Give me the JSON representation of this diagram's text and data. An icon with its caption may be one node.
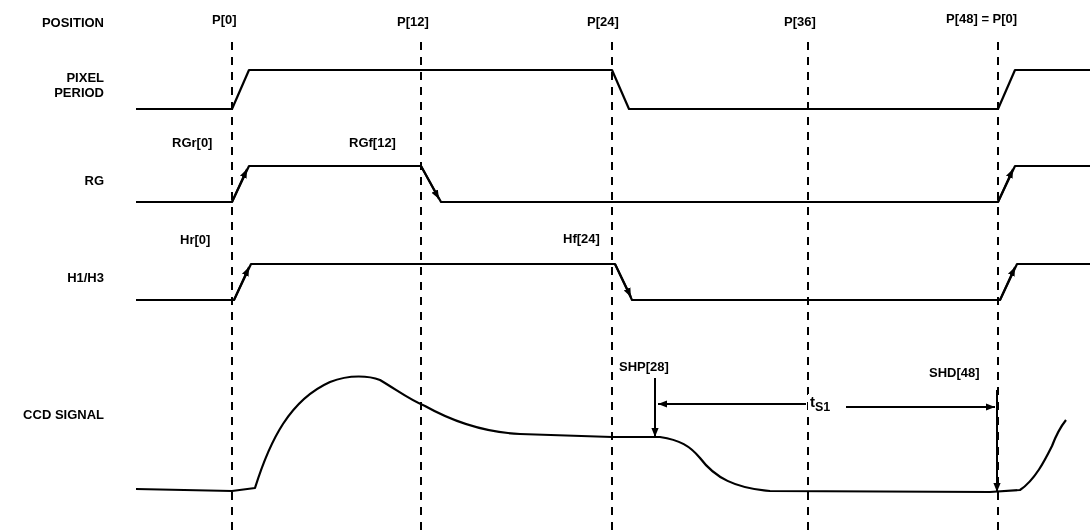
{
  "diagram": {
    "nodes": [
      {
        "text": [
          "SHP[28]"
        ]
      },
      {
        "text": [
          "SHD[48]"
        ]
      }
    ],
    "edges": [
      {
        "from": 0,
        "to": null,
        "arrow": "to"
      },
      {
        "from": 1,
        "to": null,
        "arrow": "to"
      }
    ],
    "labels": [
      "POSITION",
      "P[0]",
      "P[12]",
      "P[24]",
      "P[36]",
      "P[48] = P[0]",
      "PIXEL PERIOD",
      "RGr[0]",
      "RGf[12]",
      "RG",
      "Hr[0]",
      "Hf[24]",
      "H1/H3",
      "CCD SIGNAL",
      "t$_{S1}$"
    ]
  }
}
